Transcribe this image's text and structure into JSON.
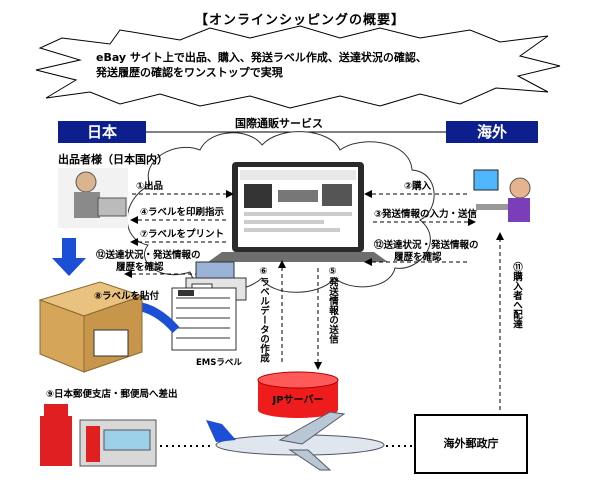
{
  "title": "【オンラインシッピングの概要】",
  "summary_lines": [
    "eBay サイト上で出品、購入、発送ラベル作成、送達状況の確認、",
    "発送履歴の確認をワンストップで実現"
  ],
  "regions": {
    "japan": "日本",
    "overseas": "海外"
  },
  "service_name": "国際通販サービス",
  "seller_label": "出品者様（日本国内）",
  "steps": {
    "s1": "①出品",
    "s2": "②購入",
    "s3": "③発送情報の入力・送信",
    "s4": "④ラベルを印刷指示",
    "s5": "⑤発送情報の送信",
    "s6": "⑥ラベルデータの作成",
    "s7": "⑦ラベルをプリント",
    "s8": "⑧ラベルを貼付",
    "s9": "⑨日本郵便支店・郵便局へ差出",
    "s11": "⑪購入者へ配達",
    "s12_left_1": "⑫送達状況・発送情報の",
    "s12_left_2": "履歴を確認",
    "s12_right_1": "⑫送達状況・発送情報の",
    "s12_right_2": "履歴を確認"
  },
  "jp_server": "JPサーバー",
  "ems_label": "EMSラベル",
  "overseas_post": "海外郵政庁",
  "colors": {
    "region_bg": "#0d1f8c",
    "server": "#ee1c1c",
    "arrow_blue": "#1a4fd6"
  }
}
